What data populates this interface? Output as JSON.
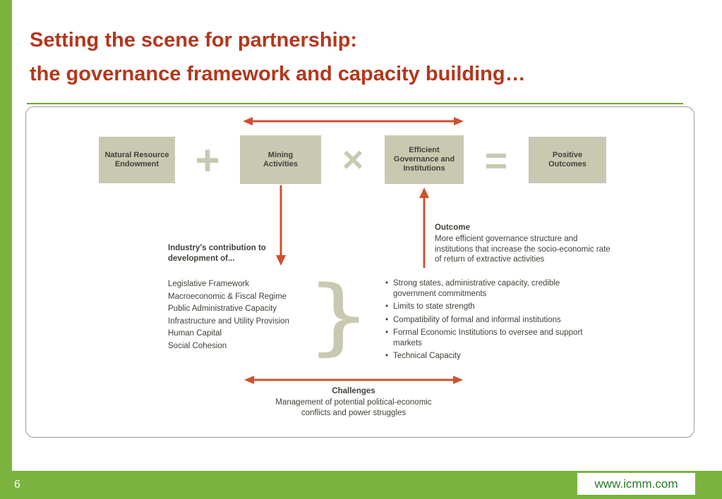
{
  "title": {
    "line1": "Setting the scene for partnership:",
    "line2": "the governance framework and capacity building…"
  },
  "footer": {
    "page_number": "6",
    "website": "www.icmm.com"
  },
  "glyphs": {
    "brace": "}"
  },
  "diagram": {
    "equation": {
      "boxes": [
        "Natural Resource Endowment",
        "Mining Activities",
        "Efficient Governance and Institutions",
        "Positive Outcomes"
      ],
      "operators": [
        "+",
        "×",
        "="
      ]
    },
    "industry": {
      "heading": "Industry's contribution to development of...",
      "items": [
        "Legislative Framework",
        "Macroeconomic & Fiscal Regime",
        "Public Administrative Capacity",
        "Infrastructure and Utility Provision",
        "Human Capital",
        "Social Cohesion"
      ]
    },
    "outcome": {
      "heading": "Outcome",
      "text": "More efficient governance structure and institutions that increase the socio-economic rate of return of extractive activities"
    },
    "governance_bullets": [
      "Strong states, administrative capacity, credible government commitments",
      "Limits to state strength",
      "Compatibility of formal and informal institutions",
      "Formal Economic Institutions to oversee and support markets",
      "Technical Capacity"
    ],
    "challenges": {
      "heading": "Challenges",
      "text": "Management of potential political-economic conflicts and power struggles"
    }
  },
  "colors": {
    "accent_green": "#7cb33e",
    "title_red": "#b4371c",
    "arrow_red": "#d0512e",
    "box_khaki": "#c9c9b1",
    "diagram_text": "#41413a",
    "website_green": "#267a26"
  }
}
